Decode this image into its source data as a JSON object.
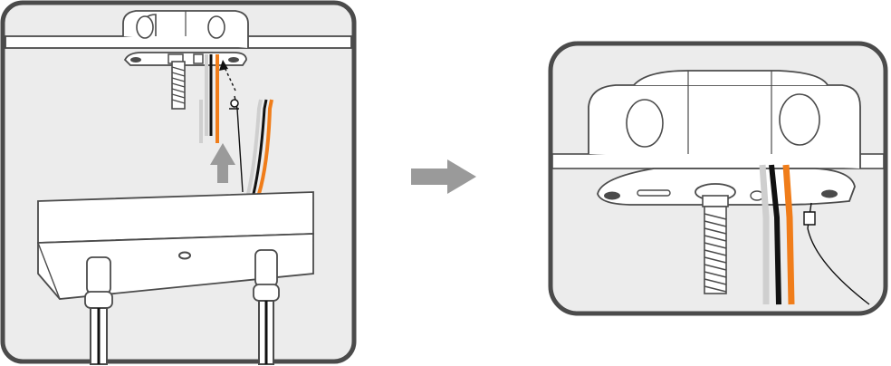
{
  "figure": {
    "panels": [
      {
        "id": "left",
        "icon": "mounting-ceiling-fixture-step-panel"
      },
      {
        "id": "right",
        "icon": "mounted-fixture-closeup-panel"
      }
    ],
    "arrow_icon": "right-arrow-icon"
  },
  "colors": {
    "outline": "#4b4b4b",
    "panel_bg": "#ececec",
    "wire_orange": "#f07d1a",
    "wire_black": "#111111",
    "wire_gray": "#cfcfcf",
    "arrow_gray": "#9a9a9a",
    "white": "#ffffff"
  }
}
